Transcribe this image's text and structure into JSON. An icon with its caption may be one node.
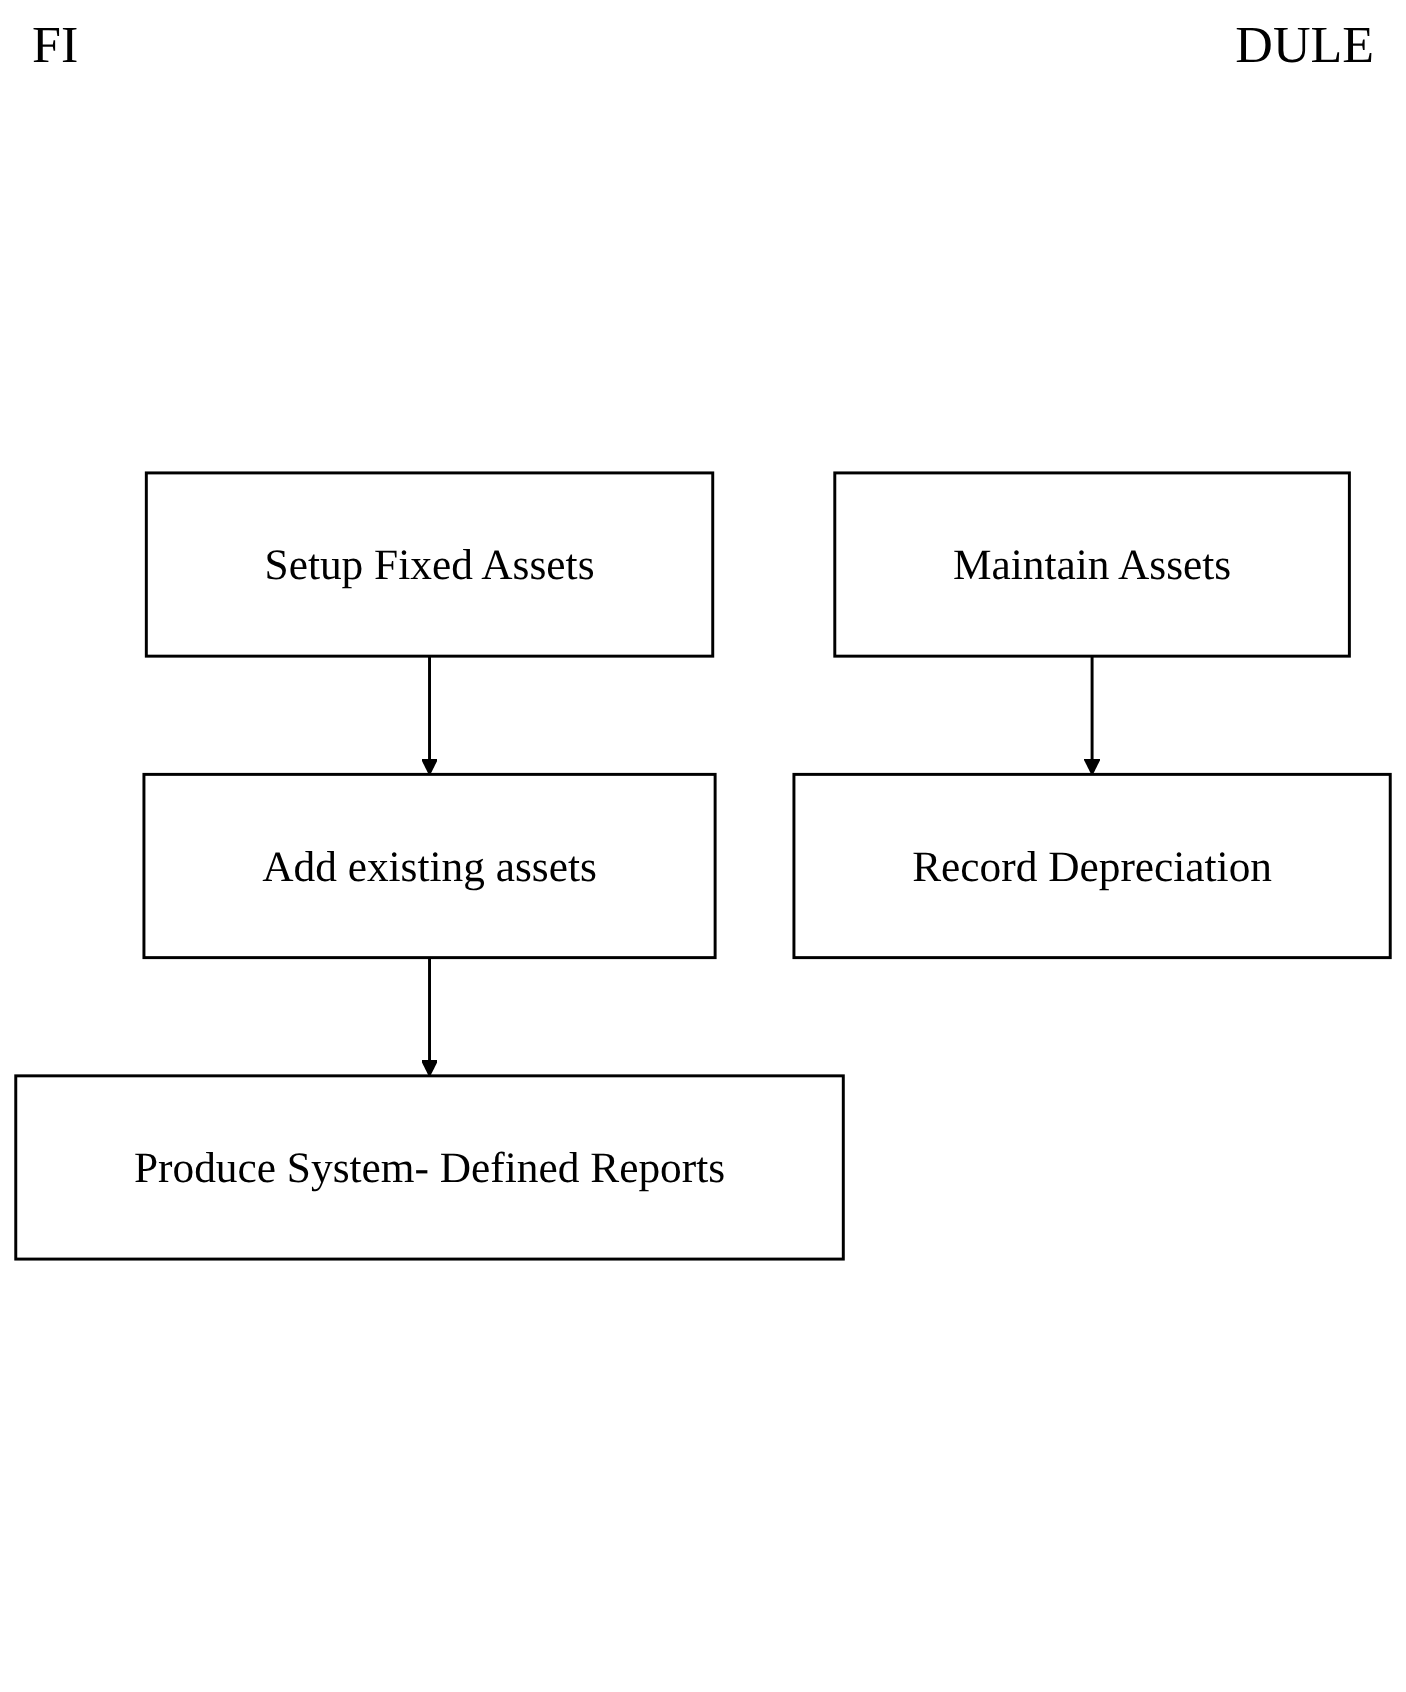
{
  "diagram": {
    "nodes": [
      {
        "text": [
          "Setup Fixed Assets"
        ]
      },
      {
        "text": [
          "Add existing assets"
        ]
      },
      {
        "text": [
          "Produce System- Defined Reports"
        ]
      },
      {
        "text": [
          "Maintain Assets"
        ]
      },
      {
        "text": [
          "Record Depreciation"
        ]
      }
    ],
    "edges": [
      {
        "from": 0,
        "to": 1,
        "arrow": "to"
      },
      {
        "from": 1,
        "to": 2,
        "arrow": "to"
      },
      {
        "from": 3,
        "to": 4,
        "arrow": "to"
      }
    ],
    "labels": [
      "FI",
      "DULE"
    ]
  }
}
